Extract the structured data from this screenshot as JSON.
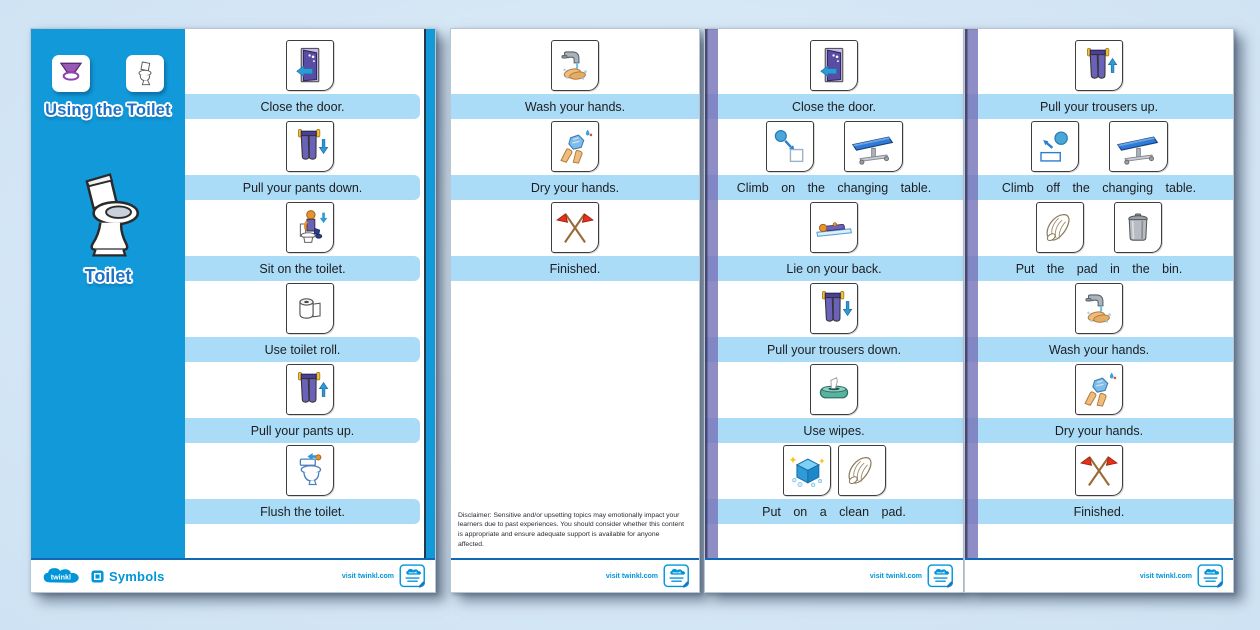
{
  "resource": {
    "title": "Using the Toilet",
    "sidebar_label": "Toilet",
    "sidebar_icons": [
      "potty-symbol-icon",
      "toilet-outline-icon"
    ]
  },
  "footer": {
    "brand": "twinkl",
    "symbols_label": "Symbols",
    "visit_label": "visit twinkl.com"
  },
  "pages": [
    {
      "name": "page-1",
      "steps": [
        {
          "caption": "Close the door.",
          "icons": [
            "door-icon"
          ]
        },
        {
          "caption": "Pull your pants down.",
          "icons": [
            "pants-down-icon"
          ]
        },
        {
          "caption": "Sit on the toilet.",
          "icons": [
            "sit-on-toilet-icon"
          ]
        },
        {
          "caption": "Use toilet roll.",
          "icons": [
            "toilet-roll-icon"
          ]
        },
        {
          "caption": "Pull your pants up.",
          "icons": [
            "pants-up-icon"
          ]
        },
        {
          "caption": "Flush the toilet.",
          "icons": [
            "flush-toilet-icon"
          ]
        }
      ]
    },
    {
      "name": "page-2",
      "steps": [
        {
          "caption": "Wash your hands.",
          "icons": [
            "wash-hands-icon"
          ]
        },
        {
          "caption": "Dry your hands.",
          "icons": [
            "dry-hands-icon"
          ]
        },
        {
          "caption": "Finished.",
          "icons": [
            "finished-flags-icon"
          ]
        }
      ],
      "disclaimer": "Disclaimer: Sensitive and/or upsetting topics may emotionally impact your learners due to past experiences. You should consider whether this content is appropriate and ensure adequate support is available for anyone affected."
    },
    {
      "name": "page-3",
      "steps": [
        {
          "caption": "Close the door.",
          "icons": [
            "door-icon"
          ]
        },
        {
          "caption": "Climb on the changing table.",
          "icons": [
            "climb-on-icon",
            "changing-table-icon"
          ]
        },
        {
          "caption": "Lie on your back.",
          "icons": [
            "lie-on-back-icon"
          ]
        },
        {
          "caption": "Pull your trousers down.",
          "icons": [
            "trousers-down-icon"
          ]
        },
        {
          "caption": "Use wipes.",
          "icons": [
            "wipes-icon"
          ]
        },
        {
          "caption": "Put on a clean pad.",
          "icons": [
            "clean-icon",
            "pad-icon"
          ]
        }
      ]
    },
    {
      "name": "page-4",
      "steps": [
        {
          "caption": "Pull your trousers up.",
          "icons": [
            "trousers-up-icon"
          ]
        },
        {
          "caption": "Climb off the changing table.",
          "icons": [
            "climb-off-icon",
            "changing-table-icon"
          ]
        },
        {
          "caption": "Put the pad in the bin.",
          "icons": [
            "pad-icon",
            "bin-icon"
          ]
        },
        {
          "caption": "Wash your hands.",
          "icons": [
            "wash-hands-icon"
          ]
        },
        {
          "caption": "Dry your hands.",
          "icons": [
            "dry-hands-icon"
          ]
        },
        {
          "caption": "Finished.",
          "icons": [
            "finished-flags-icon"
          ]
        }
      ]
    }
  ],
  "colors": {
    "background": "#d6e8f6",
    "sidebar_blue": "#1199d9",
    "banner_blue": "#aadcf8",
    "footer_line_blue": "#1168b5",
    "twinkl_blue": "#0095d9",
    "page_edge_purple": "#7674b8"
  }
}
